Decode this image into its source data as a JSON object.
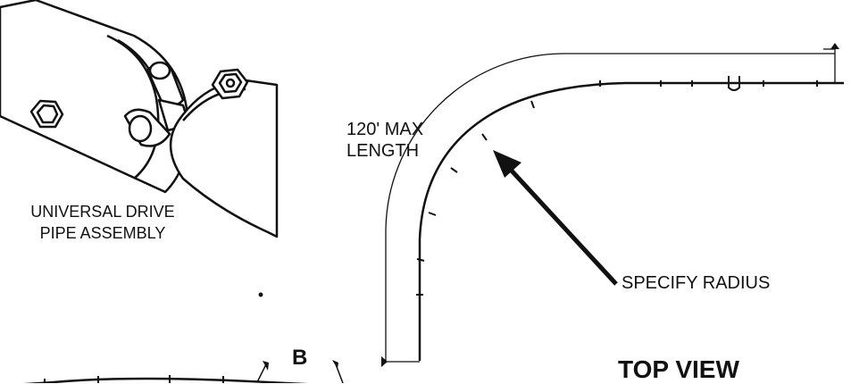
{
  "labels": {
    "universal_drive_line1": "UNIVERSAL DRIVE",
    "universal_drive_line2": "PIPE ASSEMBLY",
    "max_length_line1": "120' MAX",
    "max_length_line2": "LENGTH",
    "specify_radius": "SPECIFY RADIUS",
    "section_marker": "B",
    "view_title": "TOP VIEW"
  },
  "colors": {
    "line": "#111111",
    "background": "#ffffff"
  }
}
